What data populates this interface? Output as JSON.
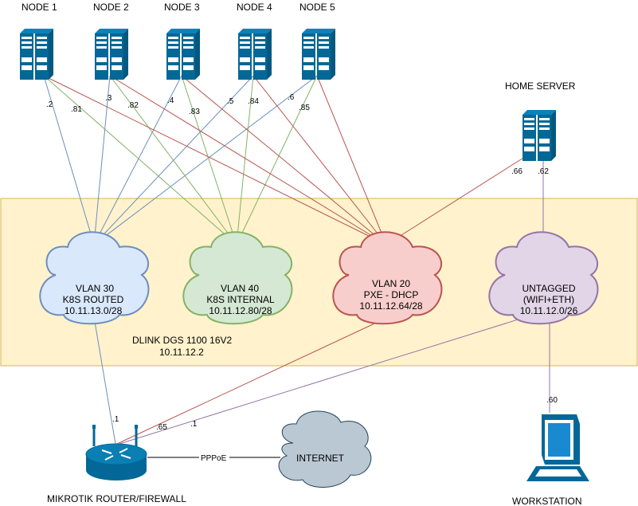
{
  "nodes": [
    {
      "label": "NODE 1"
    },
    {
      "label": "NODE 2"
    },
    {
      "label": "NODE 3"
    },
    {
      "label": "NODE 4"
    },
    {
      "label": "NODE 5"
    }
  ],
  "home_server": {
    "label": "HOME SERVER"
  },
  "switch": {
    "name": "DLINK DGS 1100 16V2",
    "ip": "10.11.12.2"
  },
  "vlans": [
    {
      "line1": "VLAN 30",
      "line2": "K8S ROUTED",
      "line3": "10.11.13.0/28"
    },
    {
      "line1": "VLAN 40",
      "line2": "K8S INTERNAL",
      "line3": "10.11.12.80/28"
    },
    {
      "line1": "VLAN 20",
      "line2": "PXE - DHCP",
      "line3": "10.11.12.64/28"
    },
    {
      "line1": "UNTAGGED",
      "line2": "(WIFI+ETH)",
      "line3": "10.11.12.0/26"
    }
  ],
  "router": {
    "label": "MIKROTIK ROUTER/FIREWALL"
  },
  "internet": {
    "label": "INTERNET"
  },
  "workstation": {
    "label": "WORKSTATION"
  },
  "link_labels": {
    "n1_blue": ".2",
    "n1_green": ".81",
    "n2_blue": ".3",
    "n2_green": ".82",
    "n3_blue": ".4",
    "n3_green": ".83",
    "n4_blue": ".5",
    "n4_green": ".84",
    "n5_blue": ".6",
    "n5_green": ".85",
    "hs_red": ".66",
    "hs_purple": ".62",
    "ws": ".60",
    "router_vlan30": ".1",
    "router_vlan20": ".65",
    "router_untagged": ".1",
    "pppoe": "PPPoE"
  },
  "colors": {
    "blue": "#6c8ebf",
    "green": "#82b366",
    "red": "#b85450",
    "purple": "#9673a6",
    "switch_fill": "#fff2cc",
    "switch_stroke": "#d6b656",
    "icon_blue": "#036897"
  }
}
